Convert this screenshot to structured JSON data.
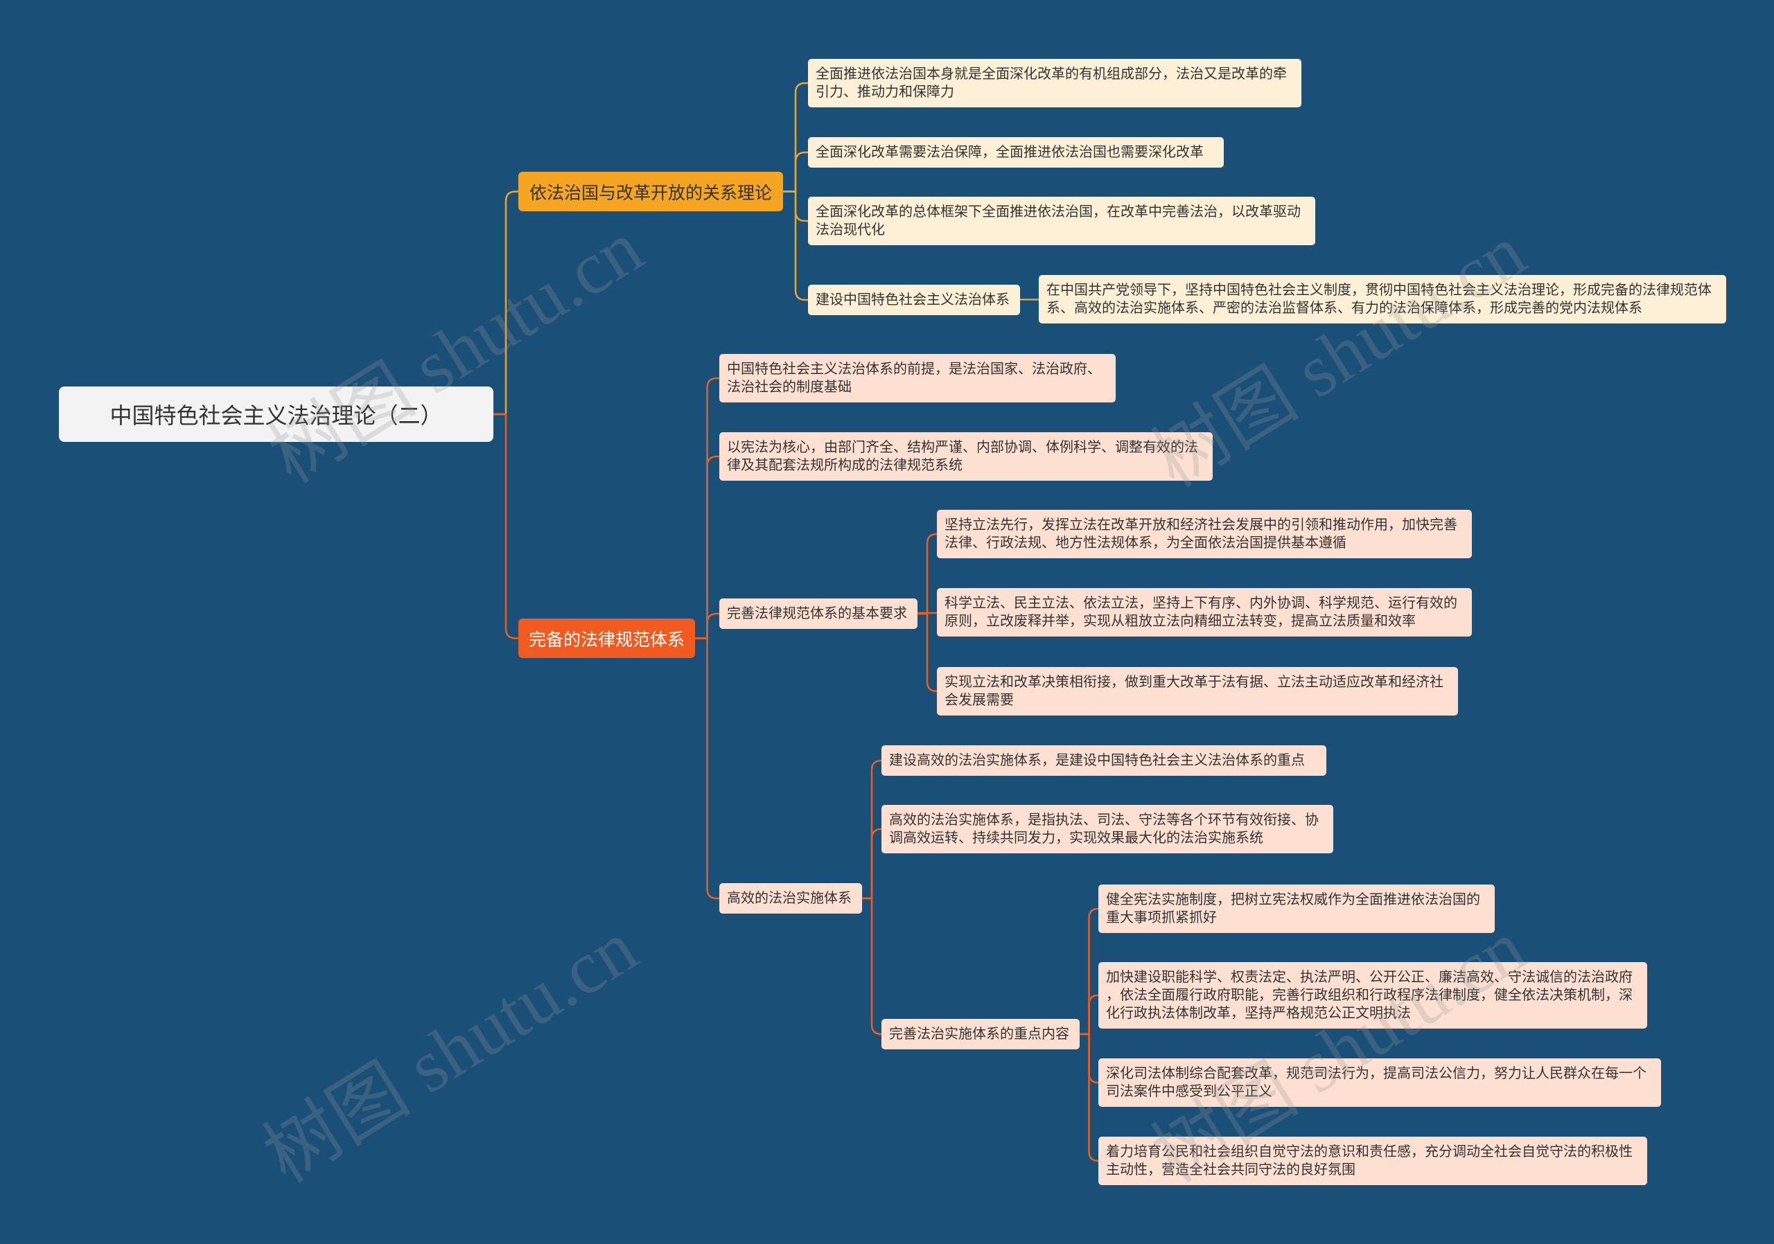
{
  "colors": {
    "background": "#1a4f77",
    "central_topic": "#f3f3f3",
    "central_topic_text": "#333333",
    "subtopic_text": "#333333"
  },
  "watermark": {
    "text": "树图 shutu.cn"
  },
  "central_topic": {
    "text": "中国特色社会主义法治理论（二）"
  },
  "branches": [
    {
      "text": "依法治国与改革开放的关系理论",
      "colors": {
        "topic": "#f6a523",
        "topic_text": "#333333",
        "line": "#eda42d",
        "subtopic": "#fdf0d6"
      },
      "children": [
        {
          "text": "全面推进依法治国本身就是全面深化改革的有机组成部分，法治又是改革的牵引力、推动力和保障力"
        },
        {
          "text": "全面深化改革需要法治保障，全面推进依法治国也需要深化改革"
        },
        {
          "text": "全面深化改革的总体框架下全面推进依法治国，在改革中完善法治，以改革驱动法治现代化"
        },
        {
          "text": "建设中国特色社会主义法治体系",
          "children": [
            {
              "text": "在中国共产党领导下，坚持中国特色社会主义制度，贯彻中国特色社会主义法治理论，形成完备的法律规范体系、高效的法治实施体系、严密的法治监督体系、有力的法治保障体系，形成完善的党内法规体系"
            }
          ]
        }
      ]
    },
    {
      "text": "完备的法律规范体系",
      "colors": {
        "topic": "#f15b22",
        "topic_text": "#ffffff",
        "line": "#ee5d21",
        "subtopic": "#fde0d2"
      },
      "children": [
        {
          "text": "中国特色社会主义法治体系的前提，是法治国家、法治政府、法治社会的制度基础"
        },
        {
          "text": "以宪法为核心，由部门齐全、结构严谨、内部协调、体例科学、调整有效的法律及其配套法规所构成的法律规范系统"
        },
        {
          "text": "完善法律规范体系的基本要求",
          "children": [
            {
              "text": "坚持立法先行，发挥立法在改革开放和经济社会发展中的引领和推动作用，加快完善法律、行政法规、地方性法规体系，为全面依法治国提供基本遵循"
            },
            {
              "text": "科学立法、民主立法、依法立法，坚持上下有序、内外协调、科学规范、运行有效的原则，立改废释并举，实现从粗放立法向精细立法转变，提高立法质量和效率"
            },
            {
              "text": "实现立法和改革决策相衔接，做到重大改革于法有据、立法主动适应改革和经济社会发展需要"
            }
          ]
        },
        {
          "text": "高效的法治实施体系",
          "children": [
            {
              "text": "建设高效的法治实施体系，是建设中国特色社会主义法治体系的重点"
            },
            {
              "text": "高效的法治实施体系，是指执法、司法、守法等各个环节有效衔接、协调高效运转、持续共同发力，实现效果最大化的法治实施系统"
            },
            {
              "text": "完善法治实施体系的重点内容",
              "children": [
                {
                  "text": "健全宪法实施制度，把树立宪法权威作为全面推进依法治国的重大事项抓紧抓好"
                },
                {
                  "text": "加快建设职能科学、权责法定、执法严明、公开公正、廉洁高效、守法诚信的法治政府，依法全面履行政府职能，完善行政组织和行政程序法律制度，健全依法决策机制，深化行政执法体制改革，坚持严格规范公正文明执法"
                },
                {
                  "text": "深化司法体制综合配套改革，规范司法行为，提高司法公信力，努力让人民群众在每一个司法案件中感受到公平正义"
                },
                {
                  "text": "着力培育公民和社会组织自觉守法的意识和责任感，充分调动全社会自觉守法的积极性主动性，营造全社会共同守法的良好氛围"
                }
              ]
            }
          ]
        }
      ]
    }
  ]
}
